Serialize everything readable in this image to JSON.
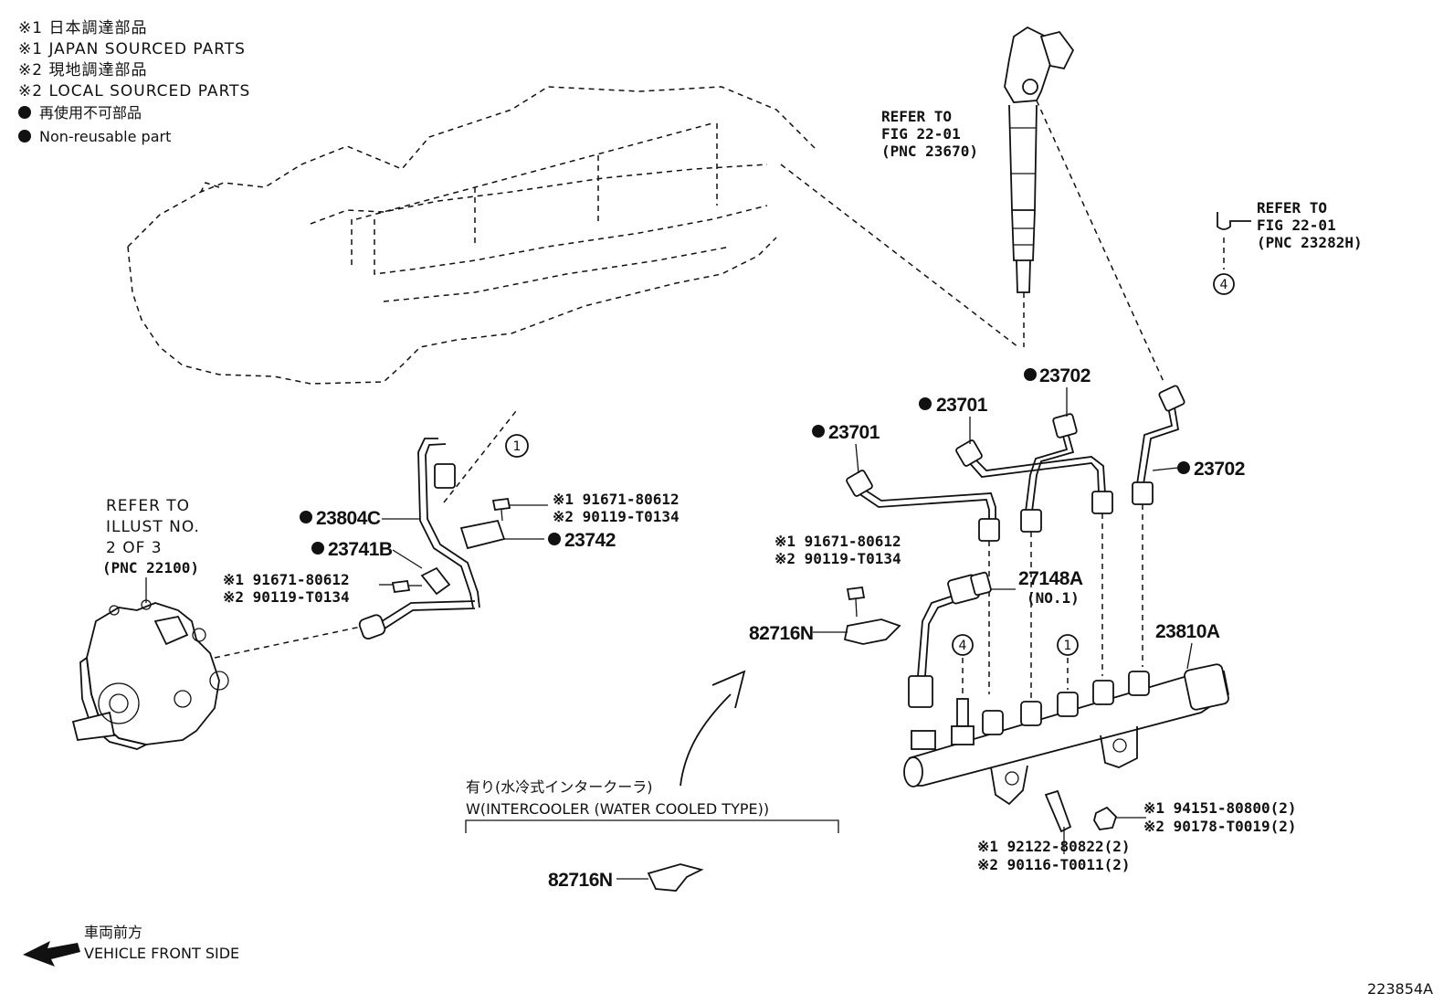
{
  "legend": {
    "line1": "※1 日本調達部品",
    "line2": "※1 JAPAN SOURCED PARTS",
    "line3": "※2 現地調達部品",
    "line4": "※2 LOCAL SOURCED PARTS",
    "line5": "再使用不可部品",
    "line6": "Non-reusable part"
  },
  "refs": {
    "injector": [
      "REFER TO",
      "FIG 22-01",
      "(PNC 23670)"
    ],
    "clamp": [
      "REFER TO",
      "FIG 22-01",
      "(PNC 23282H)"
    ],
    "pump": [
      "REFER TO",
      "ILLUST NO.",
      "2 OF 3",
      "(PNC 22100)"
    ]
  },
  "parts": {
    "p23702_top": "23702",
    "p23701_mid": "23701",
    "p23701_left": "23701",
    "p23702_right": "23702",
    "p23804C": "23804C",
    "p23741B": "23741B",
    "p23742": "23742",
    "p27148A": "27148A",
    "p27148A_sub": "(NO.1)",
    "p23810A": "23810A",
    "p82716N_a": "82716N",
    "p82716N_b": "82716N"
  },
  "bolts": {
    "b1_l1": "※1 91671-80612",
    "b1_l2": "※2 90119-T0134",
    "b2_l1": "※1 91671-80612",
    "b2_l2": "※2 90119-T0134",
    "b3_l1": "※1 91671-80612",
    "b3_l2": "※2 90119-T0134",
    "stud_l1": "※1 92122-80822(2)",
    "stud_l2": "※2 90116-T0011(2)",
    "nut_l1": "※1 94151-80800(2)",
    "nut_l2": "※2 90178-T0019(2)"
  },
  "circles": {
    "c1": "1",
    "c4": "4"
  },
  "condition": {
    "jp": "有り(水冷式インタークーラ)",
    "en": "W(INTERCOOLER (WATER COOLED TYPE))"
  },
  "front": {
    "jp": "車両前方",
    "en": "VEHICLE FRONT SIDE"
  },
  "figure_id": "223854A"
}
